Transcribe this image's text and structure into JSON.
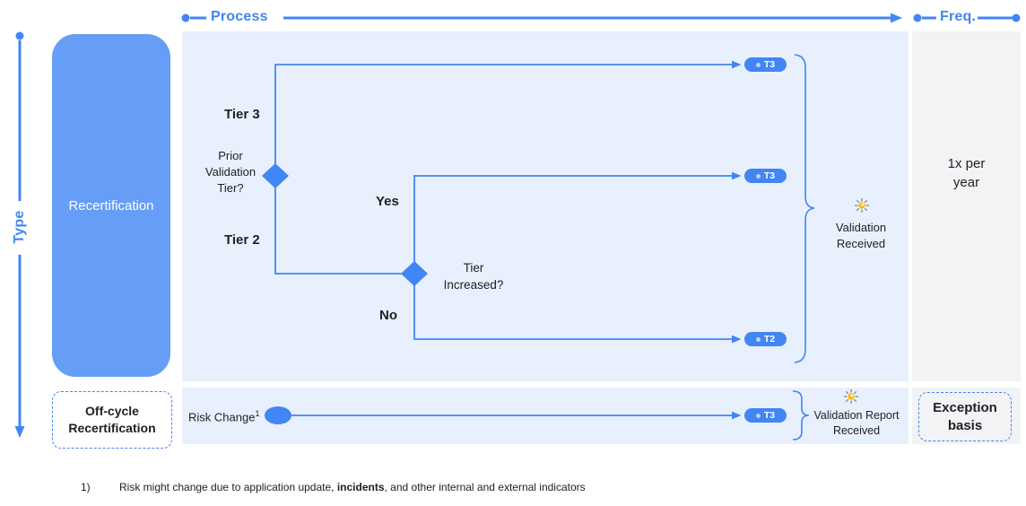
{
  "header": {
    "process": "Process",
    "freq": "Freq."
  },
  "left": {
    "type": "Type",
    "recertification": "Recertification",
    "off_cycle": "Off-cycle\nRecertification"
  },
  "flow": {
    "tier3": "Tier 3",
    "prior_validation": "Prior\nValidation\nTier?",
    "tier2": "Tier 2",
    "yes": "Yes",
    "no": "No",
    "tier_increased": "Tier\nIncreased?",
    "pill_top": "T3",
    "pill_mid": "T3",
    "pill_bottom": "T2",
    "validation_received": "Validation\nReceived"
  },
  "off_cycle_row": {
    "risk_change": "Risk Change",
    "footnote_ref": "1",
    "pill": "T3",
    "validation_report": "Validation Report\nReceived"
  },
  "freq_col": {
    "per_year": "1x per\nyear",
    "exception": "Exception\nbasis"
  },
  "footnote": {
    "marker": "1)",
    "before": "Risk might change due to application update, ",
    "bold": "incidents",
    "after": ", and other internal and external indicators"
  },
  "colors": {
    "accent_blue": "#4285F4",
    "box_blue": "#669DF6",
    "panel_blue": "#E8F0FE",
    "panel_gray": "#F1F3F4",
    "sun_yellow": "#FBBC04"
  }
}
